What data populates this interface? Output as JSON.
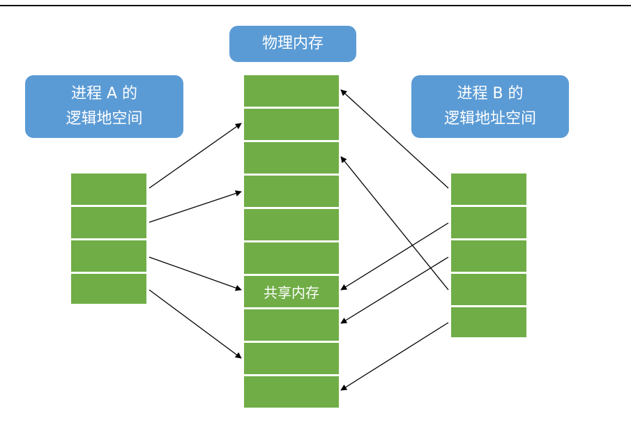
{
  "physical_memory": {
    "title": "物理内存",
    "shared_label": "共享内存",
    "block_count": 10,
    "shared_index": 6
  },
  "process_a": {
    "title_line1": "进程 A 的",
    "title_line2": "逻辑地空间",
    "block_count": 4
  },
  "process_b": {
    "title_line1": "进程 B 的",
    "title_line2": "逻辑地址空间",
    "block_count": 5
  },
  "mappings": {
    "process_a_to_physical": [
      [
        0,
        1
      ],
      [
        1,
        3
      ],
      [
        2,
        6
      ],
      [
        3,
        8
      ]
    ],
    "process_b_to_physical": [
      [
        0,
        0
      ],
      [
        1,
        6
      ],
      [
        2,
        7
      ],
      [
        3,
        2
      ],
      [
        4,
        9
      ]
    ]
  },
  "colors": {
    "block_green": "#70ad47",
    "label_blue": "#5b9bd5",
    "arrow": "#000000"
  }
}
